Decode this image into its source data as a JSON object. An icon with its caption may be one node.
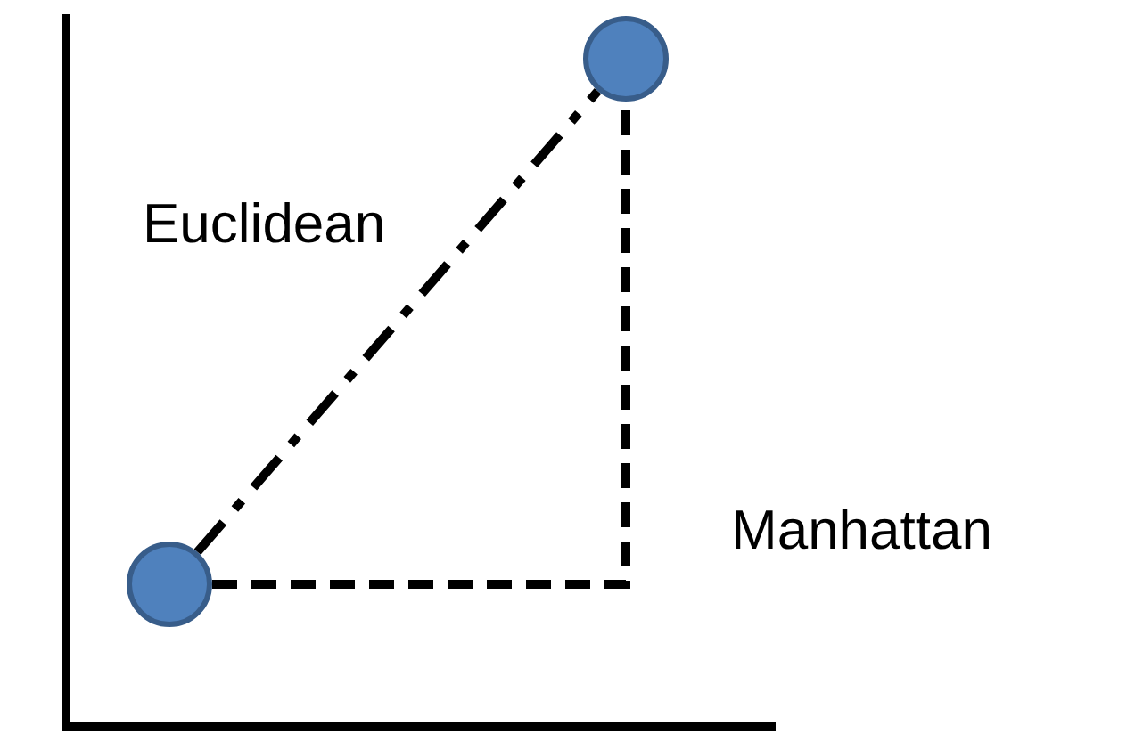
{
  "diagram": {
    "nodes": [
      {
        "text": [],
        "shape": "circle"
      },
      {
        "text": [],
        "shape": "circle"
      }
    ],
    "edges": [
      {
        "from": 1,
        "to": 0,
        "arrow": "none",
        "style": "dashed",
        "label": "Euclidean"
      },
      {
        "from": 1,
        "to": 0,
        "arrow": "none",
        "style": "dashed",
        "label": "Manhattan"
      }
    ]
  }
}
